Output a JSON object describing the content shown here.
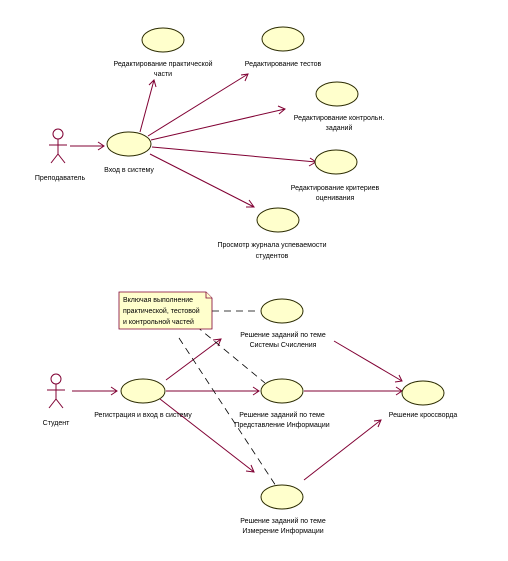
{
  "actors": {
    "teacher": "Преподаватель",
    "student": "Студент"
  },
  "use_cases": {
    "edit_practical": [
      "Редактирование практической",
      "части"
    ],
    "edit_tests": [
      "Редактирование тестов"
    ],
    "edit_control": [
      "Редактирование контрольн.",
      "заданий"
    ],
    "edit_criteria": [
      "Редактирование критериев",
      "оценивания"
    ],
    "login_teacher": [
      "Вход в систему"
    ],
    "view_journal": [
      "Просмотр журнала успеваемости",
      "студентов"
    ],
    "solve_numsys": [
      "Решение заданий по теме",
      "Системы Счисления"
    ],
    "register_login": [
      "Регистрация и вход в систему"
    ],
    "solve_repr": [
      "Решение заданий по теме",
      "Представление Информации"
    ],
    "crossword": [
      "Решение кроссворда"
    ],
    "solve_measure": [
      "Решение заданий по теме",
      "Измерение Информации"
    ]
  },
  "note": [
    "Включая выполнение",
    "практической, тестовой",
    "и контрольной частей"
  ],
  "colors": {
    "use_case_fill": "#ffffcc",
    "association": "#800033",
    "note_border": "#800033"
  }
}
